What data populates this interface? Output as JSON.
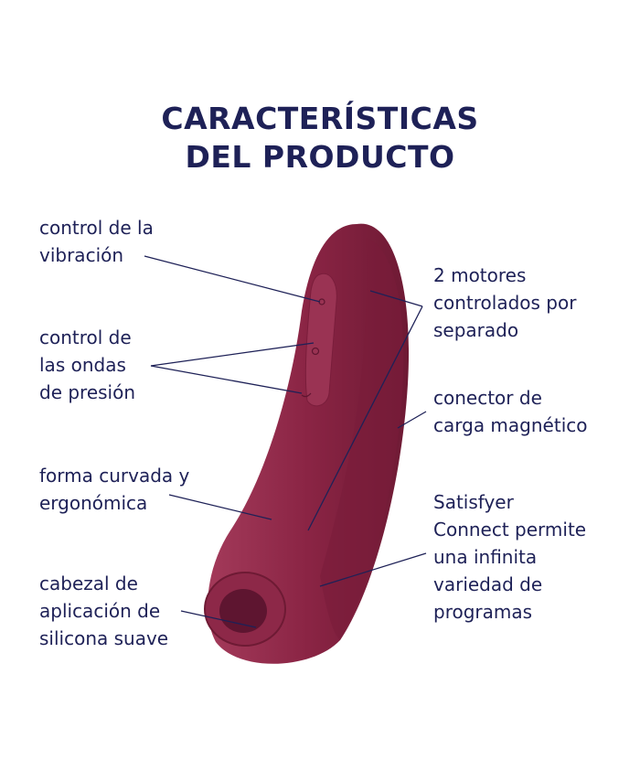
{
  "title": {
    "line1": "CARACTERÍSTICAS",
    "line2": "DEL PRODUCTO"
  },
  "colors": {
    "text": "#1e2157",
    "product": "#8a2444",
    "product_dark": "#6e1a34",
    "product_light": "#a33a5a"
  },
  "features_left": [
    {
      "lines": [
        "control de la",
        "vibración"
      ]
    },
    {
      "lines": [
        "control de",
        "las ondas",
        "de presión"
      ]
    },
    {
      "lines": [
        "forma curvada y",
        "ergonómica"
      ]
    },
    {
      "lines": [
        "cabezal de",
        "aplicación de",
        "silicona suave"
      ]
    }
  ],
  "features_right": [
    {
      "lines": [
        "2 motores",
        "controlados por",
        "separado"
      ]
    },
    {
      "lines": [
        "conector de",
        "carga magnético"
      ]
    },
    {
      "lines": [
        "Satisfyer",
        "Connect permite",
        "una infinita",
        "variedad de",
        "programas"
      ]
    }
  ]
}
